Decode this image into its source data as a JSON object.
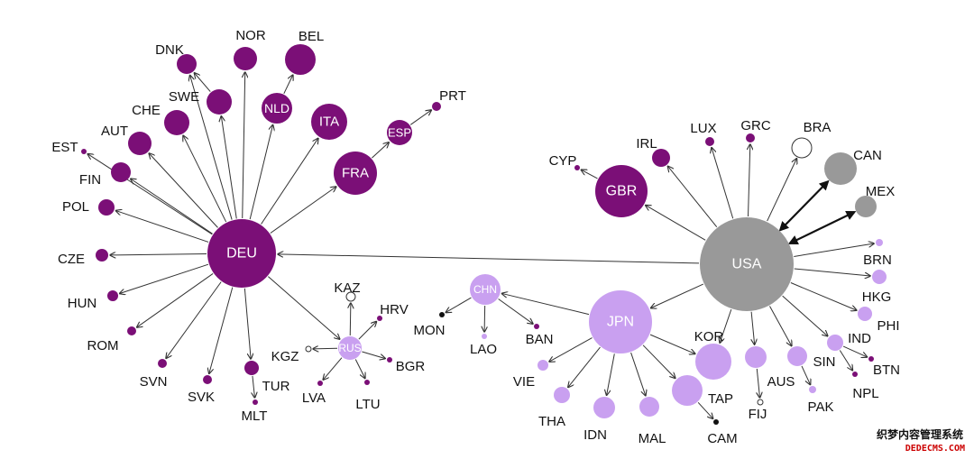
{
  "colors": {
    "deu_group": "#7b0f77",
    "asia_group": "#c9a0f0",
    "usa_group": "#999999",
    "hollow_stroke": "#333333",
    "edge": "#333333"
  },
  "nodes": [
    {
      "id": "DEU",
      "label": "DEU",
      "group": "deu",
      "label_inside": true
    },
    {
      "id": "DNK",
      "label": "DNK",
      "group": "deu"
    },
    {
      "id": "NOR",
      "label": "NOR",
      "group": "deu"
    },
    {
      "id": "BEL",
      "label": "BEL",
      "group": "deu"
    },
    {
      "id": "SWE",
      "label": "SWE",
      "group": "deu"
    },
    {
      "id": "NLD",
      "label": "NLD",
      "group": "deu",
      "label_inside": true
    },
    {
      "id": "CHE",
      "label": "CHE",
      "group": "deu"
    },
    {
      "id": "ITA",
      "label": "ITA",
      "group": "deu",
      "label_inside": true
    },
    {
      "id": "ESP",
      "label": "ESP",
      "group": "deu",
      "label_inside": true
    },
    {
      "id": "PRT",
      "label": "PRT",
      "group": "deu"
    },
    {
      "id": "AUT",
      "label": "AUT",
      "group": "deu"
    },
    {
      "id": "EST",
      "label": "EST",
      "group": "deu"
    },
    {
      "id": "FIN",
      "label": "FIN",
      "group": "deu"
    },
    {
      "id": "FRA",
      "label": "FRA",
      "group": "deu",
      "label_inside": true
    },
    {
      "id": "POL",
      "label": "POL",
      "group": "deu"
    },
    {
      "id": "CZE",
      "label": "CZE",
      "group": "deu"
    },
    {
      "id": "HUN",
      "label": "HUN",
      "group": "deu"
    },
    {
      "id": "ROM",
      "label": "ROM",
      "group": "deu"
    },
    {
      "id": "SVN",
      "label": "SVN",
      "group": "deu"
    },
    {
      "id": "SVK",
      "label": "SVK",
      "group": "deu"
    },
    {
      "id": "TUR",
      "label": "TUR",
      "group": "deu"
    },
    {
      "id": "MLT",
      "label": "MLT",
      "group": "deu"
    },
    {
      "id": "RUS",
      "label": "RUS",
      "group": "asia",
      "label_inside": true
    },
    {
      "id": "KAZ",
      "label": "KAZ",
      "group": "hollow"
    },
    {
      "id": "HRV",
      "label": "HRV",
      "group": "deu"
    },
    {
      "id": "KGZ",
      "label": "KGZ",
      "group": "hollow"
    },
    {
      "id": "BGR",
      "label": "BGR",
      "group": "deu"
    },
    {
      "id": "LVA",
      "label": "LVA",
      "group": "deu"
    },
    {
      "id": "LTU",
      "label": "LTU",
      "group": "deu"
    },
    {
      "id": "CHN",
      "label": "CHN",
      "group": "asia",
      "label_inside": true
    },
    {
      "id": "MON",
      "label": "MON",
      "group": "black"
    },
    {
      "id": "LAO",
      "label": "LAO",
      "group": "asia"
    },
    {
      "id": "BAN",
      "label": "BAN",
      "group": "deu"
    },
    {
      "id": "JPN",
      "label": "JPN",
      "group": "asia",
      "label_inside": true
    },
    {
      "id": "VIE",
      "label": "VIE",
      "group": "asia"
    },
    {
      "id": "THA",
      "label": "THA",
      "group": "asia"
    },
    {
      "id": "IDN",
      "label": "IDN",
      "group": "asia"
    },
    {
      "id": "MAL",
      "label": "MAL",
      "group": "asia"
    },
    {
      "id": "TAP",
      "label": "TAP",
      "group": "asia"
    },
    {
      "id": "CAM",
      "label": "CAM",
      "group": "black"
    },
    {
      "id": "KOR",
      "label": "KOR",
      "group": "asia"
    },
    {
      "id": "AUS",
      "label": "AUS",
      "group": "asia"
    },
    {
      "id": "FIJ",
      "label": "FIJ",
      "group": "hollow"
    },
    {
      "id": "SIN",
      "label": "SIN",
      "group": "asia"
    },
    {
      "id": "PAK",
      "label": "PAK",
      "group": "asia"
    },
    {
      "id": "IND",
      "label": "IND",
      "group": "asia"
    },
    {
      "id": "NPL",
      "label": "NPL",
      "group": "deu"
    },
    {
      "id": "BTN",
      "label": "BTN",
      "group": "deu"
    },
    {
      "id": "USA",
      "label": "USA",
      "group": "usa",
      "label_inside": true
    },
    {
      "id": "GBR",
      "label": "GBR",
      "group": "deu",
      "label_inside": true
    },
    {
      "id": "CYP",
      "label": "CYP",
      "group": "deu"
    },
    {
      "id": "IRL",
      "label": "IRL",
      "group": "deu"
    },
    {
      "id": "LUX",
      "label": "LUX",
      "group": "deu"
    },
    {
      "id": "GRC",
      "label": "GRC",
      "group": "deu"
    },
    {
      "id": "BRA",
      "label": "BRA",
      "group": "hollow"
    },
    {
      "id": "CAN",
      "label": "CAN",
      "group": "usa"
    },
    {
      "id": "MEX",
      "label": "MEX",
      "group": "usa"
    },
    {
      "id": "BRN",
      "label": "BRN",
      "group": "asia"
    },
    {
      "id": "HKG",
      "label": "HKG",
      "group": "asia"
    },
    {
      "id": "PHI",
      "label": "PHI",
      "group": "asia"
    }
  ],
  "edges": [
    {
      "from": "DEU",
      "to": "DNK"
    },
    {
      "from": "DEU",
      "to": "NOR"
    },
    {
      "from": "DEU",
      "to": "SWE"
    },
    {
      "from": "DEU",
      "to": "NLD"
    },
    {
      "from": "DEU",
      "to": "CHE"
    },
    {
      "from": "DEU",
      "to": "ITA"
    },
    {
      "from": "DEU",
      "to": "AUT"
    },
    {
      "from": "DEU",
      "to": "EST"
    },
    {
      "from": "DEU",
      "to": "FIN"
    },
    {
      "from": "DEU",
      "to": "FRA"
    },
    {
      "from": "DEU",
      "to": "POL"
    },
    {
      "from": "DEU",
      "to": "CZE"
    },
    {
      "from": "DEU",
      "to": "HUN"
    },
    {
      "from": "DEU",
      "to": "ROM"
    },
    {
      "from": "DEU",
      "to": "SVN"
    },
    {
      "from": "DEU",
      "to": "SVK"
    },
    {
      "from": "DEU",
      "to": "TUR"
    },
    {
      "from": "DEU",
      "to": "RUS"
    },
    {
      "from": "SWE",
      "to": "DNK"
    },
    {
      "from": "NLD",
      "to": "BEL"
    },
    {
      "from": "FRA",
      "to": "ESP"
    },
    {
      "from": "ESP",
      "to": "PRT"
    },
    {
      "from": "TUR",
      "to": "MLT"
    },
    {
      "from": "RUS",
      "to": "KAZ"
    },
    {
      "from": "RUS",
      "to": "HRV"
    },
    {
      "from": "RUS",
      "to": "KGZ"
    },
    {
      "from": "RUS",
      "to": "BGR"
    },
    {
      "from": "RUS",
      "to": "LVA"
    },
    {
      "from": "RUS",
      "to": "LTU"
    },
    {
      "from": "USA",
      "to": "DEU"
    },
    {
      "from": "USA",
      "to": "GBR"
    },
    {
      "from": "GBR",
      "to": "CYP"
    },
    {
      "from": "USA",
      "to": "IRL"
    },
    {
      "from": "USA",
      "to": "LUX"
    },
    {
      "from": "USA",
      "to": "GRC"
    },
    {
      "from": "USA",
      "to": "BRA"
    },
    {
      "from": "USA",
      "to": "CAN",
      "bidirectional": true,
      "bold": true
    },
    {
      "from": "USA",
      "to": "MEX",
      "bidirectional": true,
      "bold": true
    },
    {
      "from": "USA",
      "to": "BRN"
    },
    {
      "from": "USA",
      "to": "HKG"
    },
    {
      "from": "USA",
      "to": "PHI"
    },
    {
      "from": "USA",
      "to": "IND"
    },
    {
      "from": "USA",
      "to": "SIN"
    },
    {
      "from": "USA",
      "to": "AUS"
    },
    {
      "from": "USA",
      "to": "KOR"
    },
    {
      "from": "USA",
      "to": "JPN"
    },
    {
      "from": "IND",
      "to": "BTN"
    },
    {
      "from": "IND",
      "to": "NPL"
    },
    {
      "from": "SIN",
      "to": "PAK"
    },
    {
      "from": "AUS",
      "to": "FIJ"
    },
    {
      "from": "JPN",
      "to": "CHN"
    },
    {
      "from": "JPN",
      "to": "VIE"
    },
    {
      "from": "JPN",
      "to": "THA"
    },
    {
      "from": "JPN",
      "to": "IDN"
    },
    {
      "from": "JPN",
      "to": "MAL"
    },
    {
      "from": "JPN",
      "to": "TAP"
    },
    {
      "from": "JPN",
      "to": "KOR"
    },
    {
      "from": "TAP",
      "to": "CAM"
    },
    {
      "from": "CHN",
      "to": "MON"
    },
    {
      "from": "CHN",
      "to": "LAO"
    },
    {
      "from": "CHN",
      "to": "BAN"
    }
  ],
  "watermark": {
    "line1": "织梦内容管理系统",
    "line2": "DEDECMS.COM"
  }
}
